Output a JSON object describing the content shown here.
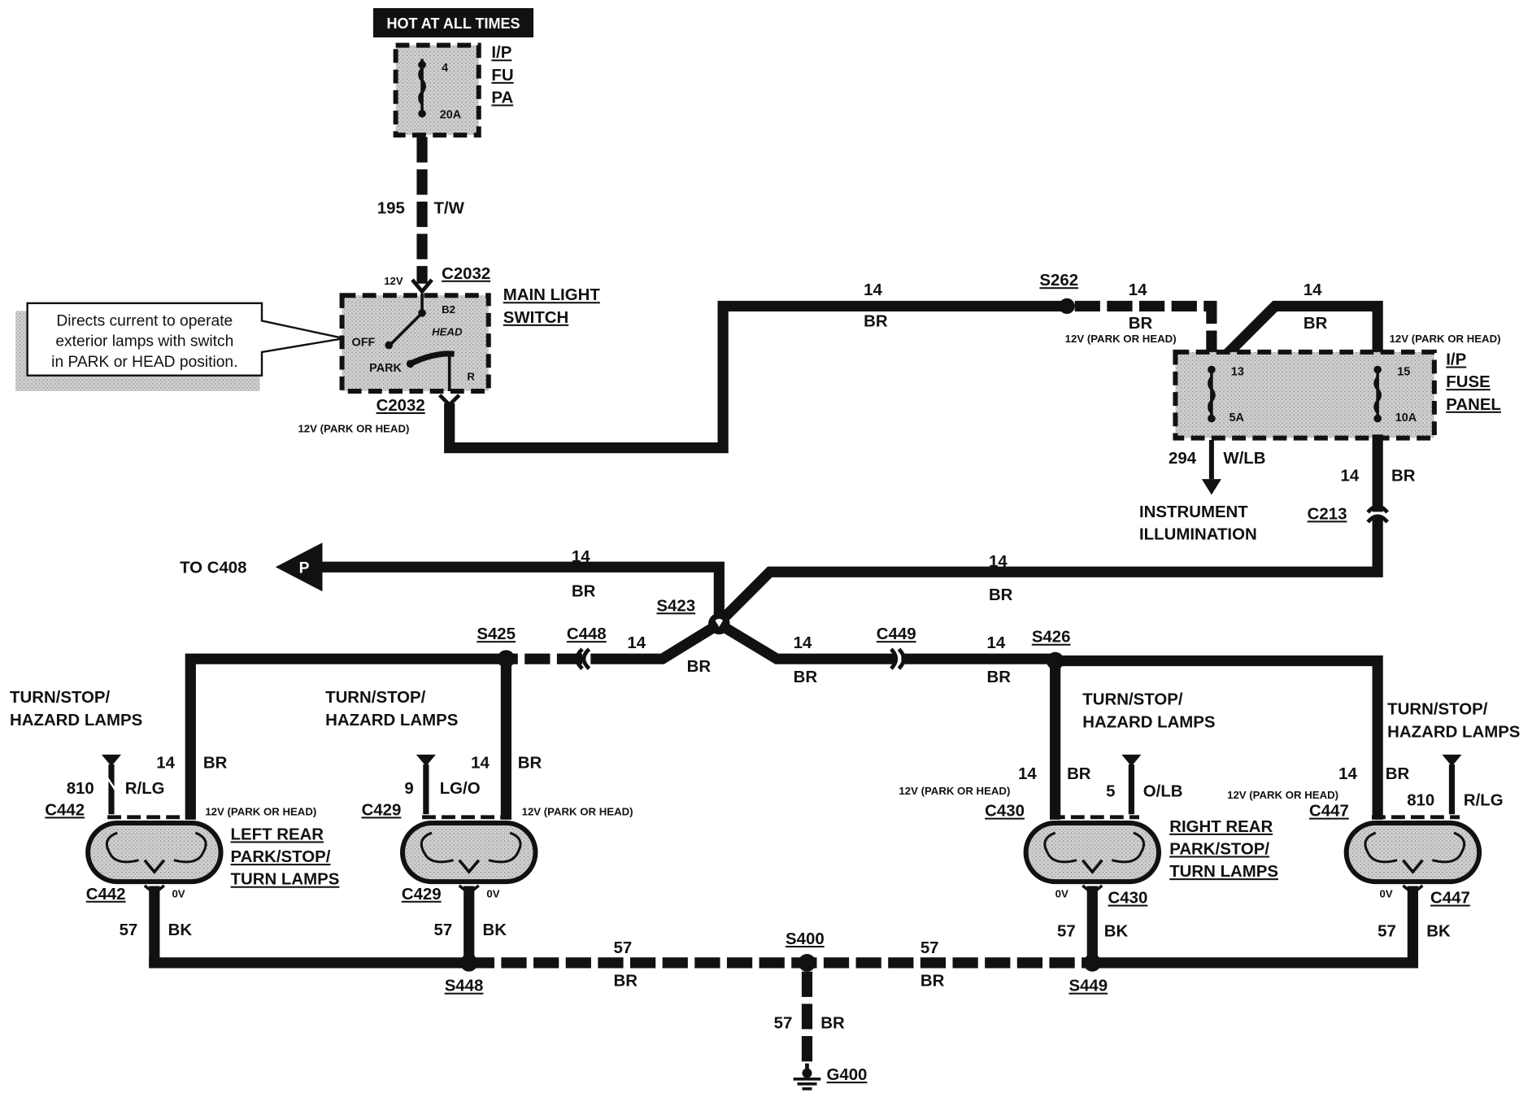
{
  "header": {
    "hot_label": "HOT AT ALL TIMES"
  },
  "fuse_ip_top": {
    "name_lines": [
      "I/P",
      "FU",
      "PA"
    ],
    "number": "4",
    "rating": "20A"
  },
  "wire_195": {
    "circuit": "195",
    "color": "T/W"
  },
  "main_light_switch": {
    "name_lines": [
      "MAIN LIGHT",
      "SWITCH"
    ],
    "connector_top": "C2032",
    "connector_bottom": "C2032",
    "voltage_top": "12V",
    "voltage_bottom": "12V (PARK OR HEAD)",
    "positions": {
      "b2": "B2",
      "head": "HEAD",
      "off": "OFF",
      "park": "PARK",
      "r": "R"
    }
  },
  "callout": {
    "lines": [
      "Directs current to operate",
      "exterior lamps with switch",
      "in PARK or HEAD position."
    ]
  },
  "feed_wires": {
    "main": {
      "gauge": "14",
      "color": "BR"
    },
    "s262_right": {
      "gauge": "14",
      "color": "BR"
    },
    "fuse15_in": {
      "gauge": "14",
      "color": "BR"
    },
    "c213": {
      "gauge": "14",
      "color": "BR"
    },
    "to_s423": {
      "gauge": "14",
      "color": "BR"
    },
    "to_c408": {
      "gauge": "14",
      "color": "BR"
    }
  },
  "splices": {
    "s262": "S262",
    "s423": "S423",
    "s425": "S425",
    "s426": "S426",
    "s400": "S400",
    "s448": "S448",
    "s449": "S449"
  },
  "ip_fuse_panel": {
    "name_lines": [
      "I/P",
      "FUSE",
      "PANEL"
    ],
    "fuse13": "13",
    "fuse13_rating": "5A",
    "fuse15": "15",
    "fuse15_rating": "10A",
    "voltage_left": "12V (PARK OR HEAD)",
    "voltage_right": "12V (PARK OR HEAD)"
  },
  "instrument": {
    "circuit": "294",
    "color": "W/LB",
    "label_lines": [
      "INSTRUMENT",
      "ILLUMINATION"
    ]
  },
  "c213": "C213",
  "to_c408": {
    "label": "TO  C408",
    "letter": "P"
  },
  "connectors": {
    "c448": "C448",
    "c449": "C449"
  },
  "branch_wires": {
    "s425_left": {
      "gauge": "14",
      "color": "BR"
    },
    "s426_right": {
      "gauge": "14",
      "color": "BR"
    },
    "c449_right": {
      "gauge": "14",
      "color": "BR"
    }
  },
  "lamps": [
    {
      "group_lines": [
        "TURN/STOP/",
        "HAZARD LAMPS"
      ],
      "feed_gauge": "14",
      "feed_color": "BR",
      "sig_circuit": "810",
      "sig_color": "R/LG",
      "connector": "C442",
      "voltage": "12V (PARK OR HEAD)",
      "ground_v": "0V",
      "name_lines": [
        "LEFT REAR",
        "PARK/STOP/",
        "TURN LAMPS"
      ],
      "gnd_gauge": "57",
      "gnd_color": "BK"
    },
    {
      "group_lines": [
        "TURN/STOP/",
        "HAZARD LAMPS"
      ],
      "feed_gauge": "14",
      "feed_color": "BR",
      "sig_circuit": "9",
      "sig_color": "LG/O",
      "connector": "C429",
      "voltage": "12V (PARK OR HEAD)",
      "ground_v": "0V",
      "name_lines": [],
      "gnd_gauge": "57",
      "gnd_color": "BK"
    },
    {
      "group_lines": [
        "TURN/STOP/",
        "HAZARD LAMPS"
      ],
      "feed_gauge": "14",
      "feed_color": "BR",
      "sig_circuit": "5",
      "sig_color": "O/LB",
      "connector": "C430",
      "voltage": "12V (PARK OR HEAD)",
      "ground_v": "0V",
      "name_lines": [
        "RIGHT REAR",
        "PARK/STOP/",
        "TURN LAMPS"
      ],
      "gnd_gauge": "57",
      "gnd_color": "BK"
    },
    {
      "group_lines": [
        "TURN/STOP/",
        "HAZARD LAMPS"
      ],
      "feed_gauge": "14",
      "feed_color": "BR",
      "sig_circuit": "810",
      "sig_color": "R/LG",
      "connector": "C447",
      "voltage": "12V (PARK OR HEAD)",
      "ground_v": "0V",
      "name_lines": [],
      "gnd_gauge": "57",
      "gnd_color": "BK"
    }
  ],
  "ground_bus": {
    "left": {
      "gauge": "57",
      "color": "BR"
    },
    "right": {
      "gauge": "57",
      "color": "BR"
    },
    "drop": {
      "gauge": "57",
      "color": "BR"
    },
    "ground": "G400"
  }
}
